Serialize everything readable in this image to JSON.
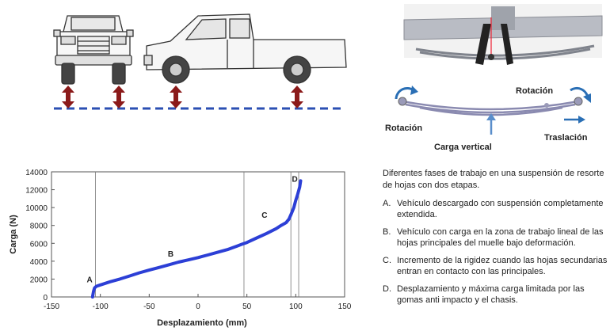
{
  "spring_diagram": {
    "label_rotation_left": "Rotación",
    "label_rotation_right": "Rotación",
    "label_vertical_load": "Carga vertical",
    "label_translation": "Traslación"
  },
  "chart_data": {
    "type": "line",
    "xlabel": "Desplazamiento (mm)",
    "ylabel": "Carga (N)",
    "xlim": [
      -150,
      150
    ],
    "ylim": [
      0,
      14000
    ],
    "xticks": [
      "-150",
      "-100",
      "-50",
      "0",
      "50",
      "100",
      "150"
    ],
    "yticks": [
      "0",
      "2000",
      "4000",
      "6000",
      "8000",
      "10000",
      "12000",
      "14000"
    ],
    "grid": false,
    "series": [
      {
        "color": "#2c3fd6",
        "x": [
          -108,
          -107,
          -106,
          -104,
          -100,
          -90,
          -80,
          -70,
          -60,
          -50,
          -40,
          -30,
          -20,
          -10,
          0,
          10,
          20,
          30,
          40,
          45,
          50,
          60,
          70,
          80,
          85,
          90,
          93,
          95,
          98,
          100,
          102,
          104,
          105
        ],
        "y": [
          0,
          600,
          1000,
          1200,
          1350,
          1700,
          2000,
          2350,
          2700,
          3000,
          3300,
          3600,
          3900,
          4150,
          4400,
          4700,
          5000,
          5300,
          5700,
          5900,
          6100,
          6600,
          7100,
          7650,
          8000,
          8300,
          8700,
          9200,
          10000,
          10800,
          11500,
          12300,
          13000
        ]
      }
    ],
    "vertical_lines": [
      -105,
      47,
      95,
      103
    ],
    "annotations": [
      {
        "text": "A",
        "x": -111,
        "y": 1650
      },
      {
        "text": "B",
        "x": -28,
        "y": 4500
      },
      {
        "text": "C",
        "x": 68,
        "y": 8850
      },
      {
        "text": "D",
        "x": 99,
        "y": 12900
      }
    ]
  },
  "notes": {
    "intro": "Diferentes fases de trabajo en una suspensión de resorte de hojas con dos etapas.",
    "items": [
      {
        "letter": "A.",
        "text": "Vehículo descargado con suspensión completamente extendida."
      },
      {
        "letter": "B.",
        "text": "Vehículo con carga en la zona de trabajo lineal de las hojas principales del muelle bajo deformación."
      },
      {
        "letter": "C.",
        "text": "Incremento de la rigidez cuando las hojas secundarias entran en contacto con las principales."
      },
      {
        "letter": "D.",
        "text": "Desplazamiento y máxima carga limitada por las gomas anti impacto y el chasis."
      }
    ]
  }
}
